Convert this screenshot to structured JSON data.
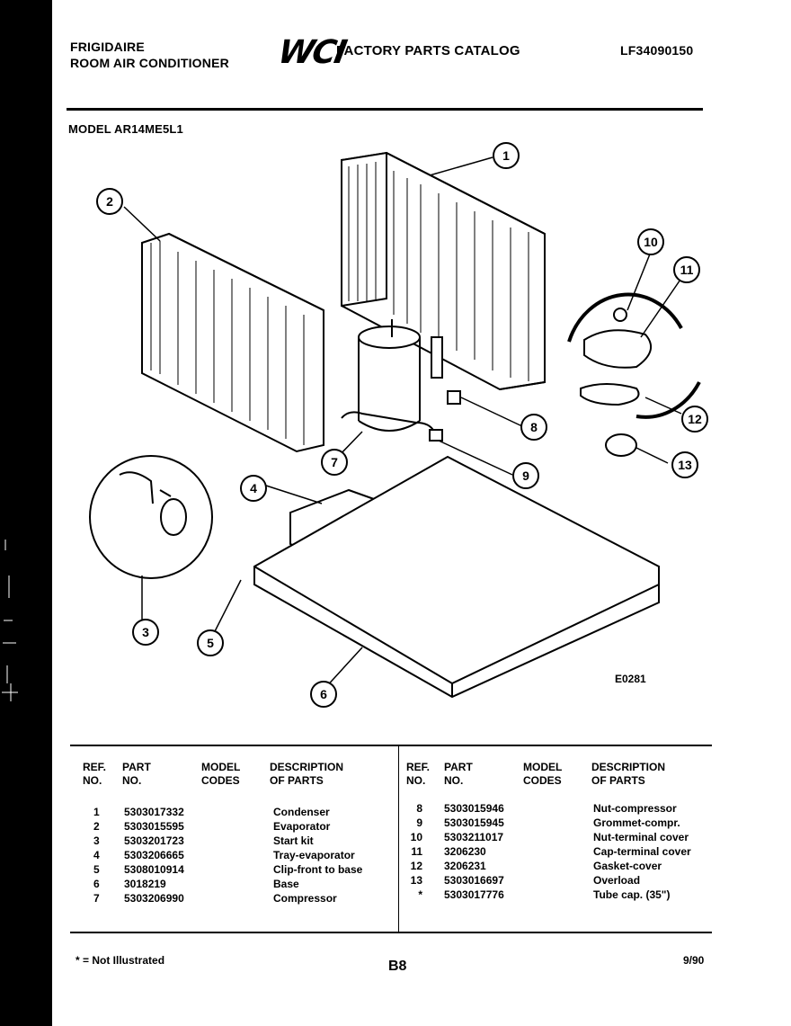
{
  "header": {
    "brand": "FRIGIDAIRE",
    "subtitle": "ROOM AIR CONDITIONER",
    "logo": "WCI",
    "catalog_title": "FACTORY PARTS CATALOG",
    "catalog_number": "LF34090150",
    "model": "MODEL AR14ME5L1"
  },
  "diagram": {
    "drawing_number": "E0281",
    "callouts": [
      "1",
      "2",
      "3",
      "4",
      "5",
      "6",
      "7",
      "8",
      "9",
      "10",
      "11",
      "12",
      "13"
    ]
  },
  "table": {
    "headers": {
      "ref": "REF.",
      "ref2": "NO.",
      "part": "PART",
      "part2": "NO.",
      "model": "MODEL",
      "model2": "CODES",
      "desc": "DESCRIPTION",
      "desc2": "OF PARTS"
    },
    "left_rows": [
      {
        "ref": "1",
        "part": "5303017332",
        "desc": "Condenser"
      },
      {
        "ref": "2",
        "part": "5303015595",
        "desc": "Evaporator"
      },
      {
        "ref": "3",
        "part": "5303201723",
        "desc": "Start kit"
      },
      {
        "ref": "4",
        "part": "5303206665",
        "desc": "Tray-evaporator"
      },
      {
        "ref": "5",
        "part": "5308010914",
        "desc": "Clip-front to base"
      },
      {
        "ref": "6",
        "part": "3018219",
        "desc": "Base"
      },
      {
        "ref": "7",
        "part": "5303206990",
        "desc": "Compressor"
      }
    ],
    "right_rows": [
      {
        "ref": "8",
        "part": "5303015946",
        "desc": "Nut-compressor"
      },
      {
        "ref": "9",
        "part": "5303015945",
        "desc": "Grommet-compr."
      },
      {
        "ref": "10",
        "part": "5303211017",
        "desc": "Nut-terminal cover"
      },
      {
        "ref": "11",
        "part": "3206230",
        "desc": "Cap-terminal cover"
      },
      {
        "ref": "12",
        "part": "3206231",
        "desc": "Gasket-cover"
      },
      {
        "ref": "13",
        "part": "5303016697",
        "desc": "Overload"
      },
      {
        "ref": "*",
        "part": "5303017776",
        "desc": "Tube cap. (35\")"
      }
    ]
  },
  "footer": {
    "note": "* = Not Illustrated",
    "page": "B8",
    "date": "9/90"
  }
}
